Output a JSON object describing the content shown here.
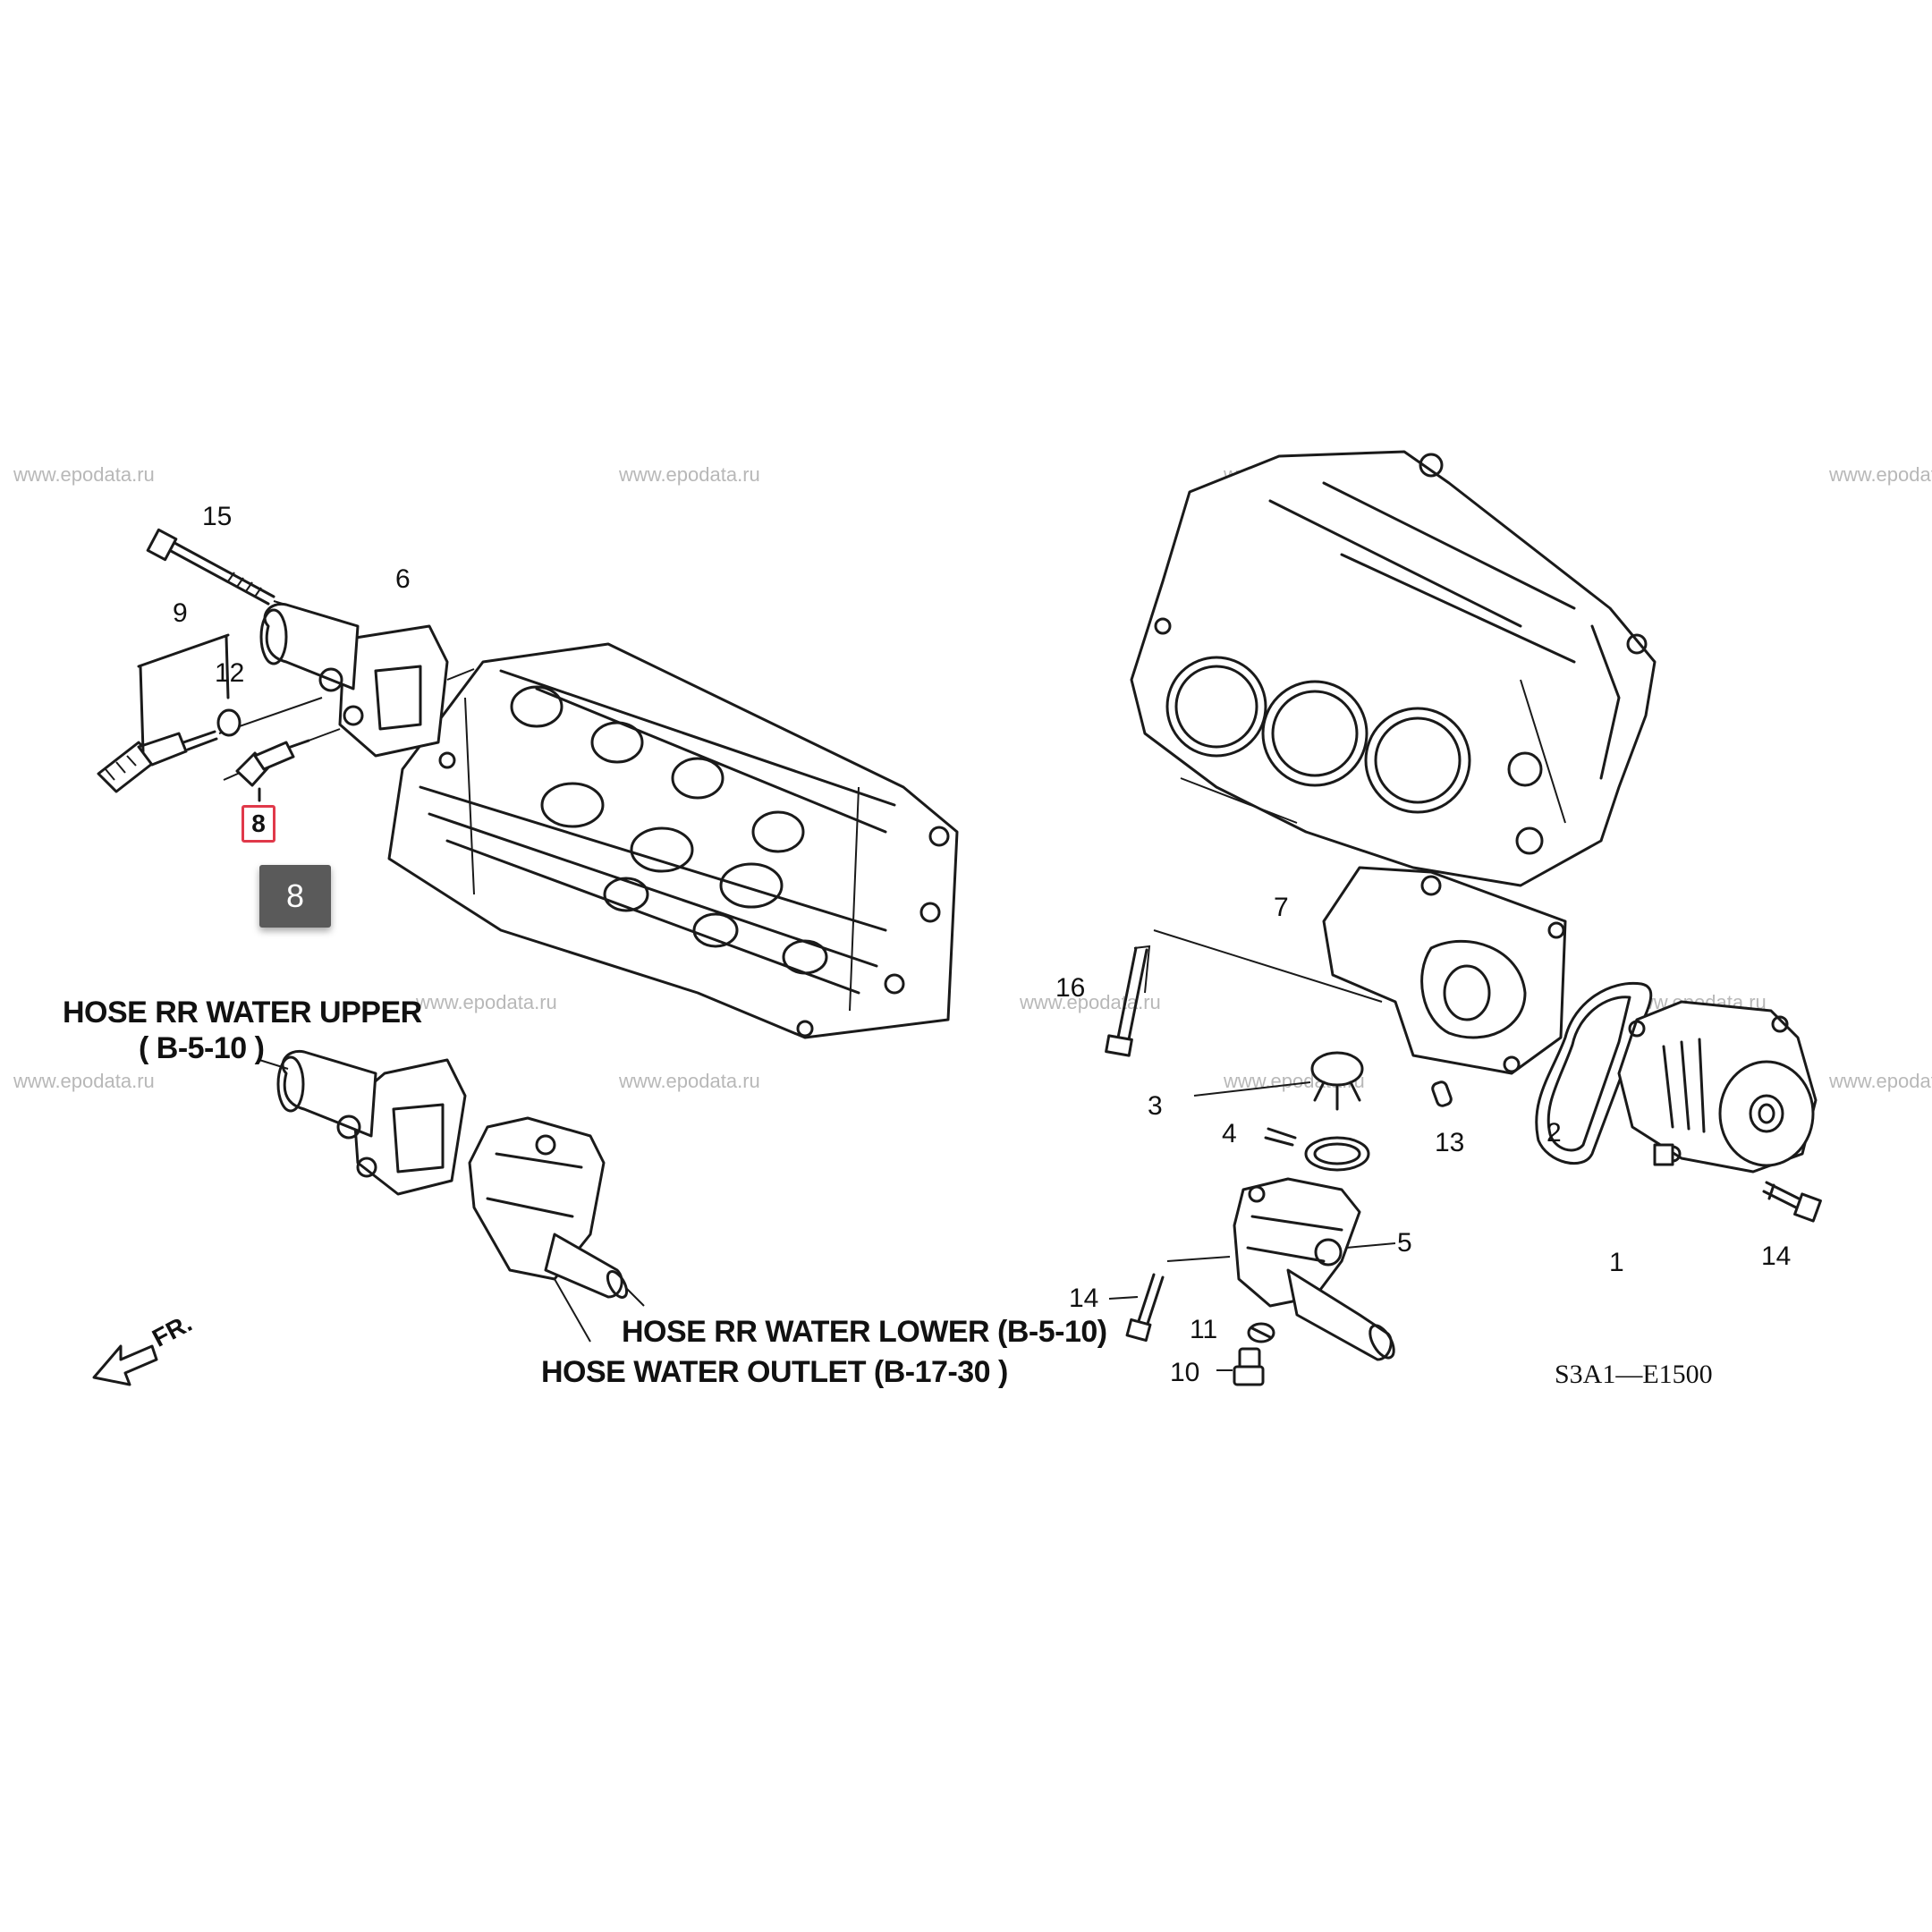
{
  "watermark": "www.epodata.ru",
  "callouts": [
    "15",
    "6",
    "9",
    "12",
    "16",
    "7",
    "3",
    "4",
    "13",
    "2",
    "1",
    "14",
    "5",
    "11",
    "10",
    "14"
  ],
  "highlighted_part": "8",
  "selected_badge": "8",
  "labels": {
    "hose_upper": "HOSE RR WATER UPPER",
    "hose_upper_ref": "( B-5-10 )",
    "hose_lower": "HOSE RR WATER LOWER (B-5-10)",
    "hose_outlet": "HOSE WATER OUTLET (B-17-30 )"
  },
  "diagram_code": "S3A1—E1500",
  "front_arrow": "FR.",
  "icons": [
    "front-direction-arrow-icon"
  ]
}
